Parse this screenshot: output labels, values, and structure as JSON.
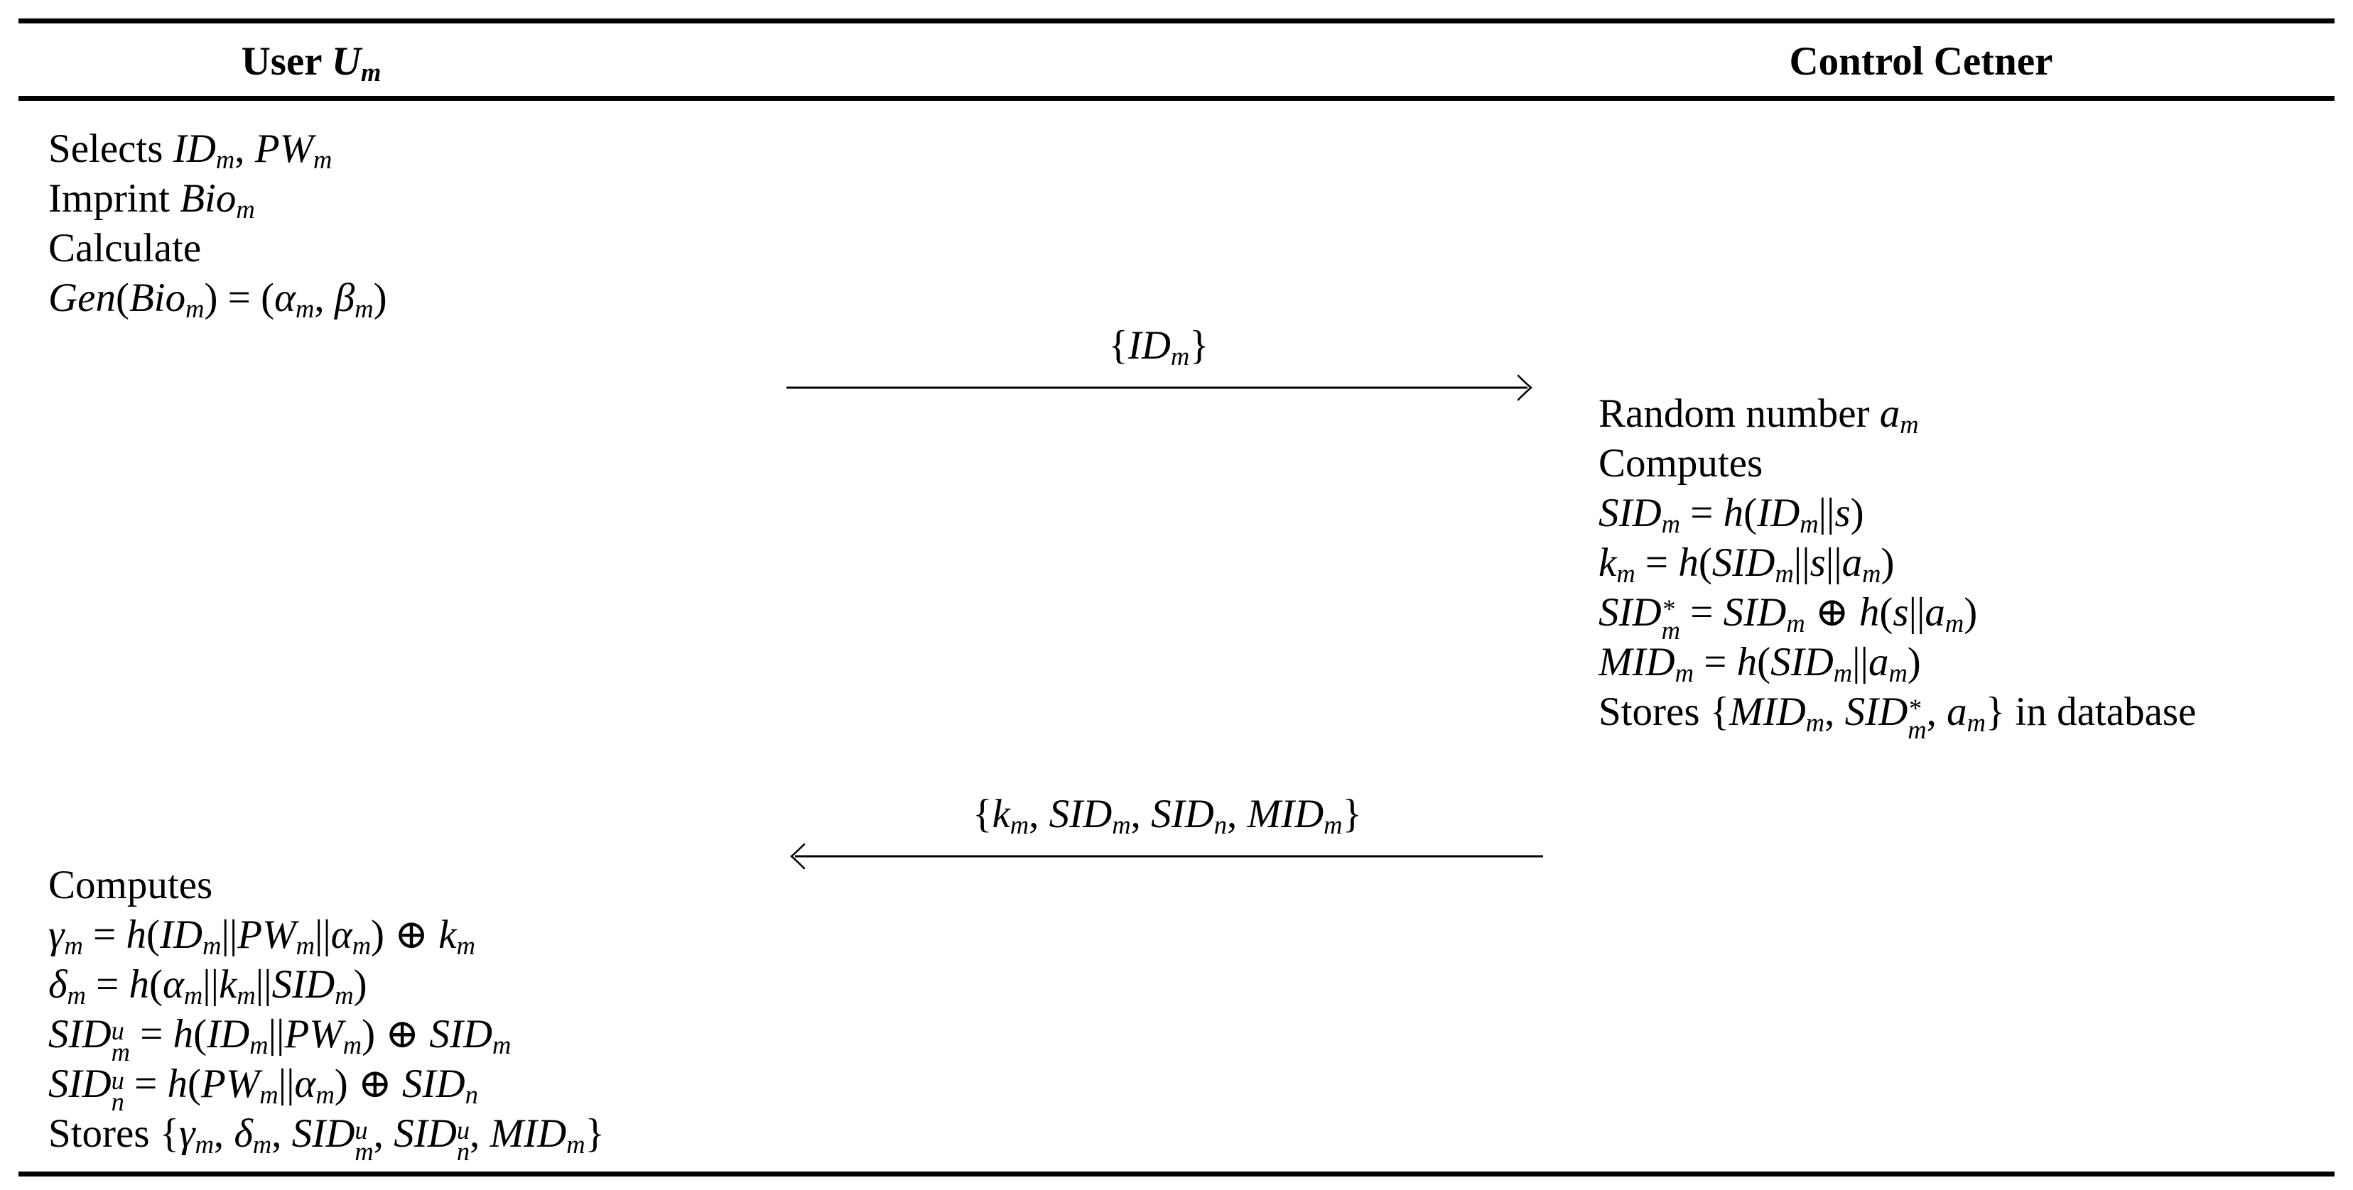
{
  "colors": {
    "text": "#000000",
    "background": "#ffffff",
    "rule": "#000000"
  },
  "header": {
    "left_segs": [
      {
        "t": "User ",
        "b": true
      },
      {
        "t": "U",
        "b": true,
        "i": true,
        "sub": "m"
      }
    ],
    "right_label": "Control Cetner"
  },
  "user_block_1": {
    "lines": [
      [
        {
          "t": "Selects "
        },
        {
          "t": "ID",
          "i": true,
          "sub": "m"
        },
        {
          "t": ", "
        },
        {
          "t": "PW",
          "i": true,
          "sub": "m"
        }
      ],
      [
        {
          "t": "Imprint "
        },
        {
          "t": "Bio",
          "i": true,
          "sub": "m"
        }
      ],
      [
        {
          "t": "Calculate"
        }
      ],
      [
        {
          "t": "Gen",
          "i": true
        },
        {
          "t": "("
        },
        {
          "t": "Bio",
          "i": true,
          "sub": "m"
        },
        {
          "t": ") = ("
        },
        {
          "t": "α",
          "i": true,
          "sub": "m"
        },
        {
          "t": ", "
        },
        {
          "t": "β",
          "i": true,
          "sub": "m"
        },
        {
          "t": ")"
        }
      ]
    ]
  },
  "arrow_1": {
    "direction": "right",
    "label": [
      {
        "t": "{"
      },
      {
        "t": "ID",
        "i": true,
        "sub": "m"
      },
      {
        "t": "}"
      }
    ]
  },
  "control_center_block": {
    "lines": [
      [
        {
          "t": "Random number "
        },
        {
          "t": "a",
          "i": true,
          "sub": "m"
        }
      ],
      [
        {
          "t": "Computes"
        }
      ],
      [
        {
          "t": "SID",
          "i": true,
          "sub": "m"
        },
        {
          "t": " = "
        },
        {
          "t": "h",
          "i": true
        },
        {
          "t": "("
        },
        {
          "t": "ID",
          "i": true,
          "sub": "m"
        },
        {
          "t": "||"
        },
        {
          "t": "s",
          "i": true
        },
        {
          "t": ")"
        }
      ],
      [
        {
          "t": "k",
          "i": true,
          "sub": "m"
        },
        {
          "t": " = "
        },
        {
          "t": "h",
          "i": true
        },
        {
          "t": "("
        },
        {
          "t": "SID",
          "i": true,
          "sub": "m"
        },
        {
          "t": "||"
        },
        {
          "t": "s",
          "i": true
        },
        {
          "t": "||"
        },
        {
          "t": "a",
          "i": true,
          "sub": "m"
        },
        {
          "t": ")"
        }
      ],
      [
        {
          "t": "SID",
          "i": true,
          "sup": "*",
          "sub": "m"
        },
        {
          "t": " = "
        },
        {
          "t": "SID",
          "i": true,
          "sub": "m"
        },
        {
          "t": " ⊕ "
        },
        {
          "t": "h",
          "i": true
        },
        {
          "t": "("
        },
        {
          "t": "s",
          "i": true
        },
        {
          "t": "||"
        },
        {
          "t": "a",
          "i": true,
          "sub": "m"
        },
        {
          "t": ")"
        }
      ],
      [
        {
          "t": "MID",
          "i": true,
          "sub": "m"
        },
        {
          "t": " = "
        },
        {
          "t": "h",
          "i": true
        },
        {
          "t": "("
        },
        {
          "t": "SID",
          "i": true,
          "sub": "m"
        },
        {
          "t": "||"
        },
        {
          "t": "a",
          "i": true,
          "sub": "m"
        },
        {
          "t": ")"
        }
      ],
      [
        {
          "t": "Stores {"
        },
        {
          "t": "MID",
          "i": true,
          "sub": "m"
        },
        {
          "t": ", "
        },
        {
          "t": "SID",
          "i": true,
          "sup": "*",
          "sub": "m"
        },
        {
          "t": ", "
        },
        {
          "t": "a",
          "i": true,
          "sub": "m"
        },
        {
          "t": "} in database"
        }
      ]
    ]
  },
  "arrow_2": {
    "direction": "left",
    "label": [
      {
        "t": "{"
      },
      {
        "t": "k",
        "i": true,
        "sub": "m"
      },
      {
        "t": ", "
      },
      {
        "t": "SID",
        "i": true,
        "sub": "m"
      },
      {
        "t": ", "
      },
      {
        "t": "SID",
        "i": true,
        "sub": "n"
      },
      {
        "t": ", "
      },
      {
        "t": "MID",
        "i": true,
        "sub": "m"
      },
      {
        "t": "}"
      }
    ]
  },
  "user_block_2": {
    "lines": [
      [
        {
          "t": "Computes"
        }
      ],
      [
        {
          "t": "γ",
          "i": true,
          "sub": "m"
        },
        {
          "t": " = "
        },
        {
          "t": "h",
          "i": true
        },
        {
          "t": "("
        },
        {
          "t": "ID",
          "i": true,
          "sub": "m"
        },
        {
          "t": "||"
        },
        {
          "t": "PW",
          "i": true,
          "sub": "m"
        },
        {
          "t": "||"
        },
        {
          "t": "α",
          "i": true,
          "sub": "m"
        },
        {
          "t": ") ⊕ "
        },
        {
          "t": "k",
          "i": true,
          "sub": "m"
        }
      ],
      [
        {
          "t": "δ",
          "i": true,
          "sub": "m"
        },
        {
          "t": " = "
        },
        {
          "t": "h",
          "i": true
        },
        {
          "t": "("
        },
        {
          "t": "α",
          "i": true,
          "sub": "m"
        },
        {
          "t": "||"
        },
        {
          "t": "k",
          "i": true,
          "sub": "m"
        },
        {
          "t": "||"
        },
        {
          "t": "SID",
          "i": true,
          "sub": "m"
        },
        {
          "t": ")"
        }
      ],
      [
        {
          "t": "SID",
          "i": true,
          "sup": "u",
          "sub": "m"
        },
        {
          "t": " = "
        },
        {
          "t": "h",
          "i": true
        },
        {
          "t": "("
        },
        {
          "t": "ID",
          "i": true,
          "sub": "m"
        },
        {
          "t": "||"
        },
        {
          "t": "PW",
          "i": true,
          "sub": "m"
        },
        {
          "t": ") ⊕ "
        },
        {
          "t": "SID",
          "i": true,
          "sub": "m"
        }
      ],
      [
        {
          "t": "SID",
          "i": true,
          "sup": "u",
          "sub": "n"
        },
        {
          "t": " = "
        },
        {
          "t": "h",
          "i": true
        },
        {
          "t": "("
        },
        {
          "t": "PW",
          "i": true,
          "sub": "m"
        },
        {
          "t": "||"
        },
        {
          "t": "α",
          "i": true,
          "sub": "m"
        },
        {
          "t": ") ⊕ "
        },
        {
          "t": "SID",
          "i": true,
          "sub": "n"
        }
      ],
      [
        {
          "t": "Stores {"
        },
        {
          "t": "γ",
          "i": true,
          "sub": "m"
        },
        {
          "t": ", "
        },
        {
          "t": "δ",
          "i": true,
          "sub": "m"
        },
        {
          "t": ", "
        },
        {
          "t": "SID",
          "i": true,
          "sup": "u",
          "sub": "m"
        },
        {
          "t": ", "
        },
        {
          "t": "SID",
          "i": true,
          "sup": "u",
          "sub": "n"
        },
        {
          "t": ", "
        },
        {
          "t": "MID",
          "i": true,
          "sub": "m"
        },
        {
          "t": "}"
        }
      ]
    ]
  }
}
